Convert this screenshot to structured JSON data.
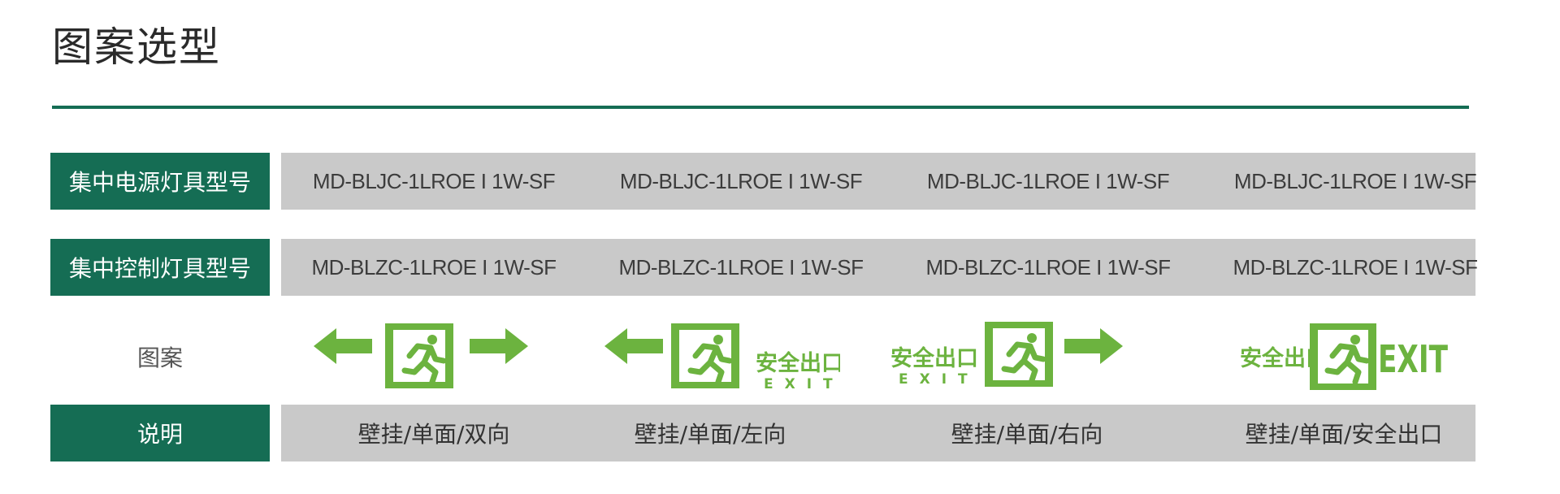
{
  "title": "图案选型",
  "colors": {
    "accent": "#156d54",
    "sign_green": "#6cb33f",
    "row_grey": "#c9c9c9"
  },
  "rows": [
    {
      "label": "集中电源灯具型号",
      "cells": [
        "MD-BLJC-1LROE I 1W-SF",
        "MD-BLJC-1LROE I 1W-SF",
        "MD-BLJC-1LROE I 1W-SF",
        "MD-BLJC-1LROE I 1W-SF"
      ]
    },
    {
      "label": "集中控制灯具型号",
      "cells": [
        "MD-BLZC-1LROE I 1W-SF",
        "MD-BLZC-1LROE I 1W-SF",
        "MD-BLZC-1LROE I 1W-SF",
        "MD-BLZC-1LROE I 1W-SF"
      ]
    }
  ],
  "pattern_row": {
    "label": "图案",
    "signs": [
      {
        "type": "bidirectional",
        "icon": "running-man-exit-icon"
      },
      {
        "type": "left",
        "icon": "running-man-exit-icon",
        "text_cn": "安全出口",
        "text_en": "EXIT"
      },
      {
        "type": "right",
        "icon": "running-man-exit-icon",
        "text_cn": "安全出口",
        "text_en": "EXIT"
      },
      {
        "type": "exit",
        "icon": "running-man-exit-icon",
        "text_cn": "安全出口",
        "text_en": "EXIT"
      }
    ]
  },
  "description_row": {
    "label": "说明",
    "cells": [
      "壁挂/单面/双向",
      "壁挂/单面/左向",
      "壁挂/单面/右向",
      "壁挂/单面/安全出口"
    ]
  }
}
